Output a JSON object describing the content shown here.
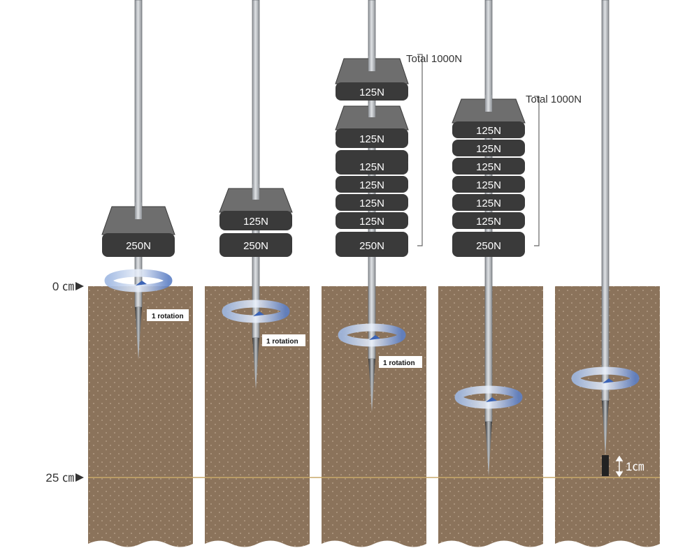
{
  "depth_markers": {
    "top": "0 ㎝",
    "bottom": "25 ㎝"
  },
  "weights": {
    "w250": "250N",
    "w125": "125N"
  },
  "rotation_label": "1 rotation",
  "total_label": "Total 1000N",
  "gap_label": "1㎝",
  "colors": {
    "soil": "#8b735b",
    "weight_body": "#3a3a3a",
    "weight_top": "#6e6e6e",
    "rod": "#b9bcc0",
    "ring": "#7e9fd6",
    "depth_line": "#c9a96a"
  }
}
